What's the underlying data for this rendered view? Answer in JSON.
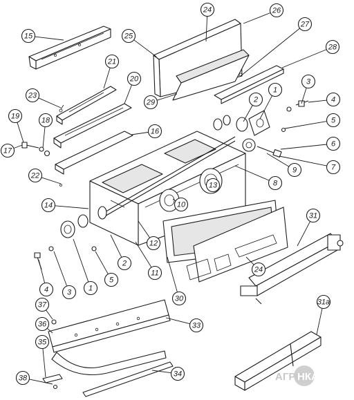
{
  "watermark": {
    "text_left": "АГРО",
    "text_right": "НКА"
  },
  "callouts": [
    {
      "label": "1"
    },
    {
      "label": "2"
    },
    {
      "label": "3"
    },
    {
      "label": "4"
    },
    {
      "label": "5"
    },
    {
      "label": "6"
    },
    {
      "label": "7"
    },
    {
      "label": "8"
    },
    {
      "label": "9"
    },
    {
      "label": "10"
    },
    {
      "label": "13"
    },
    {
      "label": "15"
    },
    {
      "label": "16"
    },
    {
      "label": "17"
    },
    {
      "label": "18"
    },
    {
      "label": "19"
    },
    {
      "label": "20"
    },
    {
      "label": "21"
    },
    {
      "label": "22"
    },
    {
      "label": "23"
    },
    {
      "label": "24"
    },
    {
      "label": "25"
    },
    {
      "label": "26"
    },
    {
      "label": "27"
    },
    {
      "label": "28"
    },
    {
      "label": "29"
    },
    {
      "label": "14"
    },
    {
      "label": "12"
    },
    {
      "label": "2"
    },
    {
      "label": "11"
    },
    {
      "label": "30"
    },
    {
      "label": "24"
    },
    {
      "label": "31"
    },
    {
      "label": "31a"
    },
    {
      "label": "5"
    },
    {
      "label": "1"
    },
    {
      "label": "3"
    },
    {
      "label": "4"
    },
    {
      "label": "37"
    },
    {
      "label": "36"
    },
    {
      "label": "33"
    },
    {
      "label": "35"
    },
    {
      "label": "34"
    },
    {
      "label": "38"
    }
  ]
}
